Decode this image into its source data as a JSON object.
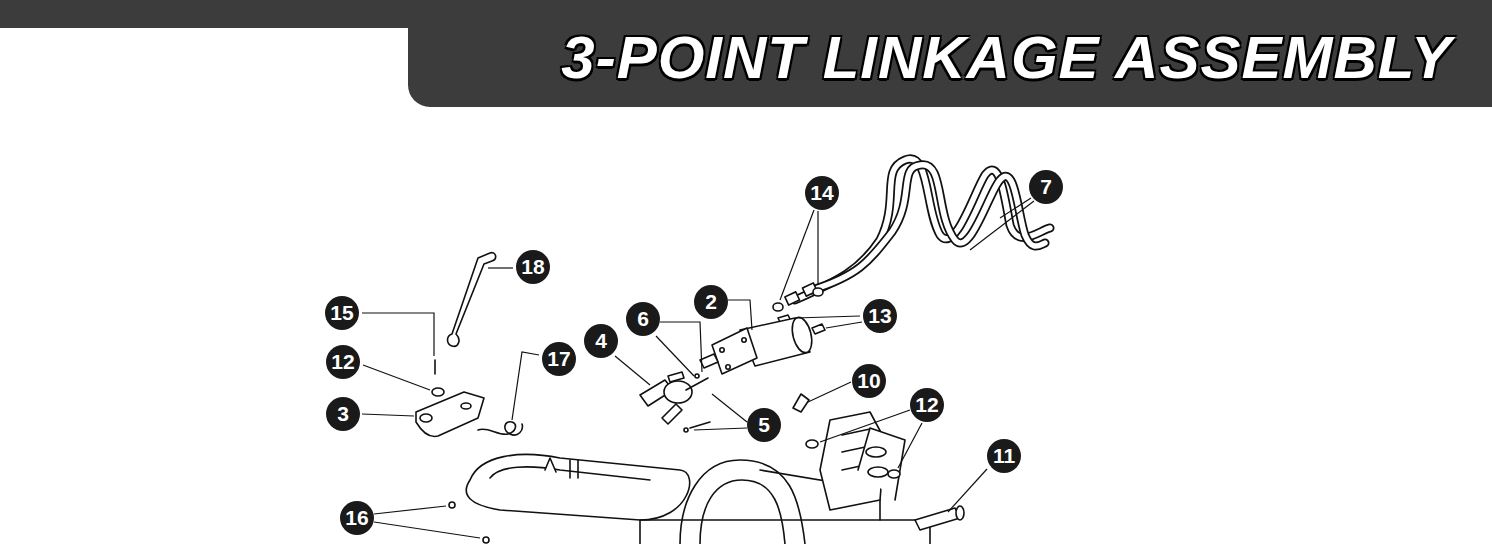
{
  "diagram": {
    "title": "3-POINT LINKAGE ASSEMBLY",
    "labels": [
      "14",
      "7",
      "18",
      "15",
      "6",
      "2",
      "13",
      "12",
      "4",
      "17",
      "10",
      "3",
      "12",
      "5",
      "11",
      "16"
    ]
  }
}
